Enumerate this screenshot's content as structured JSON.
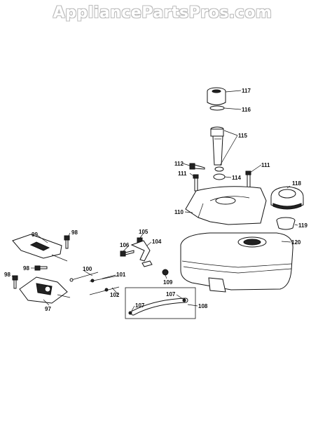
{
  "watermark": "AppliancePartsPros.com",
  "callouts": {
    "p117": "117",
    "p116": "116",
    "p115": "115",
    "p112": "112",
    "p114": "114",
    "p111a": "111",
    "p111b": "111",
    "p118": "118",
    "p110": "110",
    "p119": "119",
    "p120": "120",
    "p99": "99",
    "p98a": "98",
    "p98b": "98",
    "p98c": "98",
    "p105": "105",
    "p106": "106",
    "p104": "104",
    "p100": "100",
    "p101": "101",
    "p102": "102",
    "p109": "109",
    "p107a": "107",
    "p107b": "107",
    "p108": "108",
    "p97": "97"
  }
}
